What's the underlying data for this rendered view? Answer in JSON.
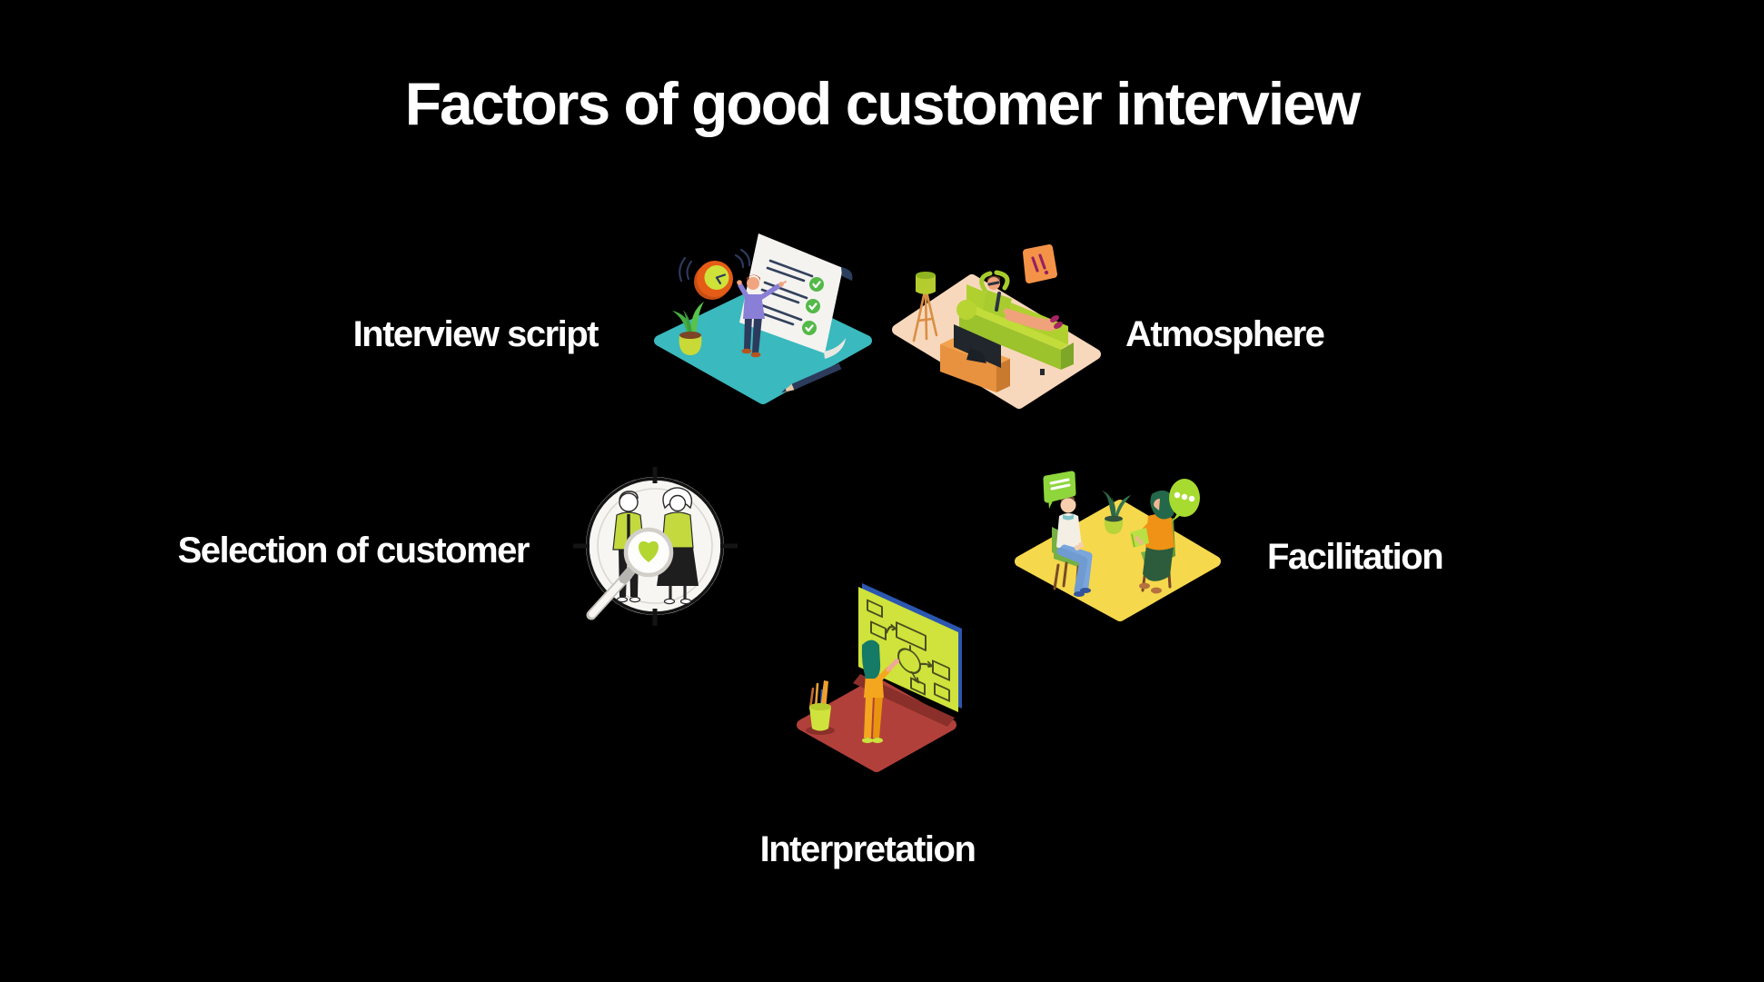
{
  "title": "Factors of good customer interview",
  "theme": {
    "background": "#000000",
    "text_color": "#ffffff"
  },
  "factors": [
    {
      "id": "interview-script",
      "label": "Interview script",
      "alt": "Person checking items on a big checklist scroll with alarm clock, plant and pencil on a teal platform"
    },
    {
      "id": "atmosphere",
      "label": "Atmosphere",
      "alt": "Person relaxing on a lime couch with TV, floor lamp and wall art on a peach platform"
    },
    {
      "id": "selection-of-customer",
      "label": "Selection of customer",
      "alt": "Two customers inside a target crosshair with a magnifying glass revealing a heart"
    },
    {
      "id": "facilitation",
      "label": "Facilitation",
      "alt": "Two people seated on chairs in conversation with speech bubbles on a yellow platform"
    },
    {
      "id": "interpretation",
      "label": "Interpretation",
      "alt": "Person explaining a flowchart on a lime board standing on a red platform"
    }
  ],
  "palette": {
    "teal_platform": "#3ab9be",
    "peach_platform": "#f8d8bc",
    "yellow_platform": "#f6d84d",
    "red_platform": "#b2403a",
    "lime": "#cfe33c",
    "check_green": "#53b948",
    "orange": "#ef9215",
    "navy": "#2c3a5c",
    "magenta": "#a62464"
  }
}
